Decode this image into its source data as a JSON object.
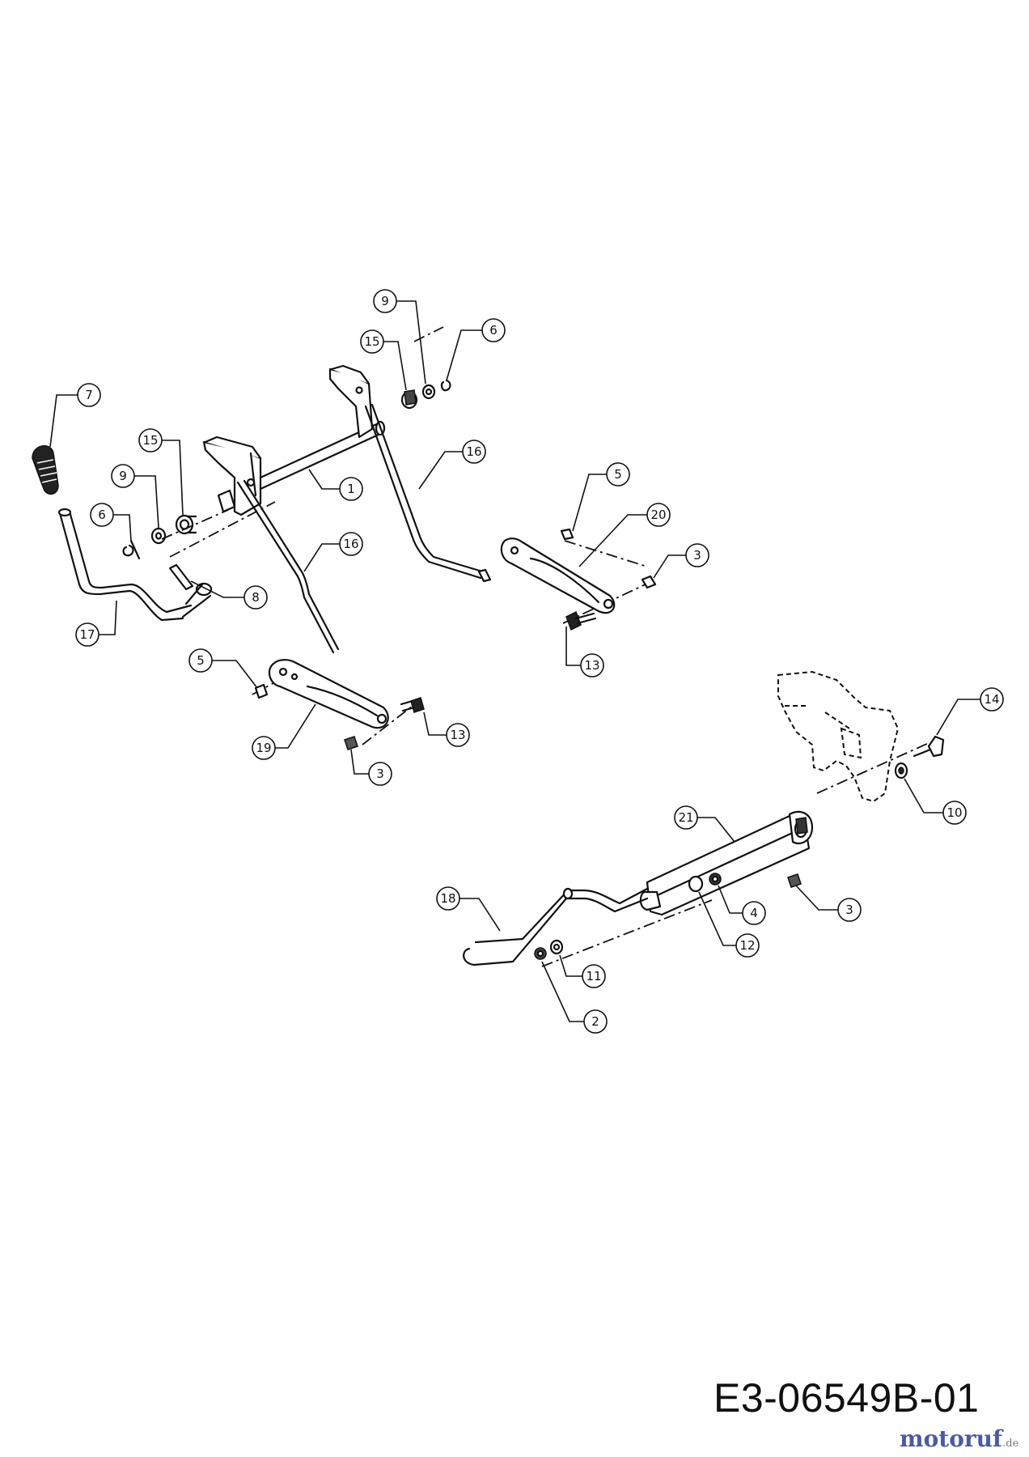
{
  "diagram": {
    "drawing_code": "E3-06549B-01",
    "brand": {
      "main": "motoruf",
      "suffix": ".de"
    },
    "callouts": [
      {
        "id": "c7",
        "label": "7"
      },
      {
        "id": "c15a",
        "label": "15"
      },
      {
        "id": "c9a",
        "label": "9"
      },
      {
        "id": "c6a",
        "label": "6"
      },
      {
        "id": "c8",
        "label": "8"
      },
      {
        "id": "c17",
        "label": "17"
      },
      {
        "id": "c1",
        "label": "1"
      },
      {
        "id": "c16a",
        "label": "16"
      },
      {
        "id": "c9b",
        "label": "9"
      },
      {
        "id": "c15b",
        "label": "15"
      },
      {
        "id": "c6b",
        "label": "6"
      },
      {
        "id": "c16b",
        "label": "16"
      },
      {
        "id": "c5a",
        "label": "5"
      },
      {
        "id": "c20",
        "label": "20"
      },
      {
        "id": "c3a",
        "label": "3"
      },
      {
        "id": "c13a",
        "label": "13"
      },
      {
        "id": "c5b",
        "label": "5"
      },
      {
        "id": "c19",
        "label": "19"
      },
      {
        "id": "c13b",
        "label": "13"
      },
      {
        "id": "c3b",
        "label": "3"
      },
      {
        "id": "c14",
        "label": "14"
      },
      {
        "id": "c10",
        "label": "10"
      },
      {
        "id": "c21",
        "label": "21"
      },
      {
        "id": "c3c",
        "label": "3"
      },
      {
        "id": "c4",
        "label": "4"
      },
      {
        "id": "c12",
        "label": "12"
      },
      {
        "id": "c18",
        "label": "18"
      },
      {
        "id": "c11",
        "label": "11"
      },
      {
        "id": "c2",
        "label": "2"
      }
    ]
  }
}
